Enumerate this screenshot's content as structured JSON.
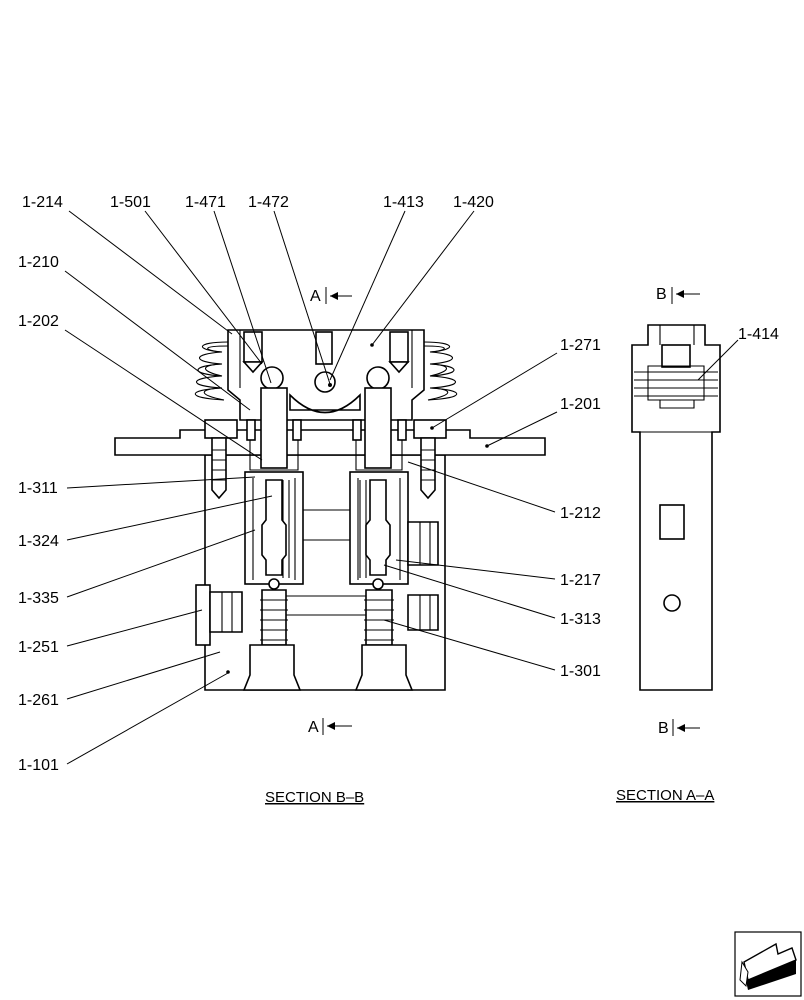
{
  "section_bb": {
    "title": "SECTION  B–B",
    "marker_top": "A",
    "marker_bottom": "A",
    "callouts": {
      "c214": "1-214",
      "c501": "1-501",
      "c471": "1-471",
      "c472": "1-472",
      "c413": "1-413",
      "c420": "1-420",
      "c210": "1-210",
      "c202": "1-202",
      "c271": "1-271",
      "c201": "1-201",
      "c311": "1-311",
      "c212": "1-212",
      "c324": "1-324",
      "c335": "1-335",
      "c217": "1-217",
      "c313": "1-313",
      "c251": "1-251",
      "c301": "1-301",
      "c261": "1-261",
      "c101": "1-101"
    }
  },
  "section_aa": {
    "title": "SECTION  A–A",
    "marker_top": "B",
    "marker_bottom": "B",
    "callouts": {
      "c414": "1-414"
    }
  },
  "nav": {
    "icon": "next-page-arrow-icon"
  }
}
